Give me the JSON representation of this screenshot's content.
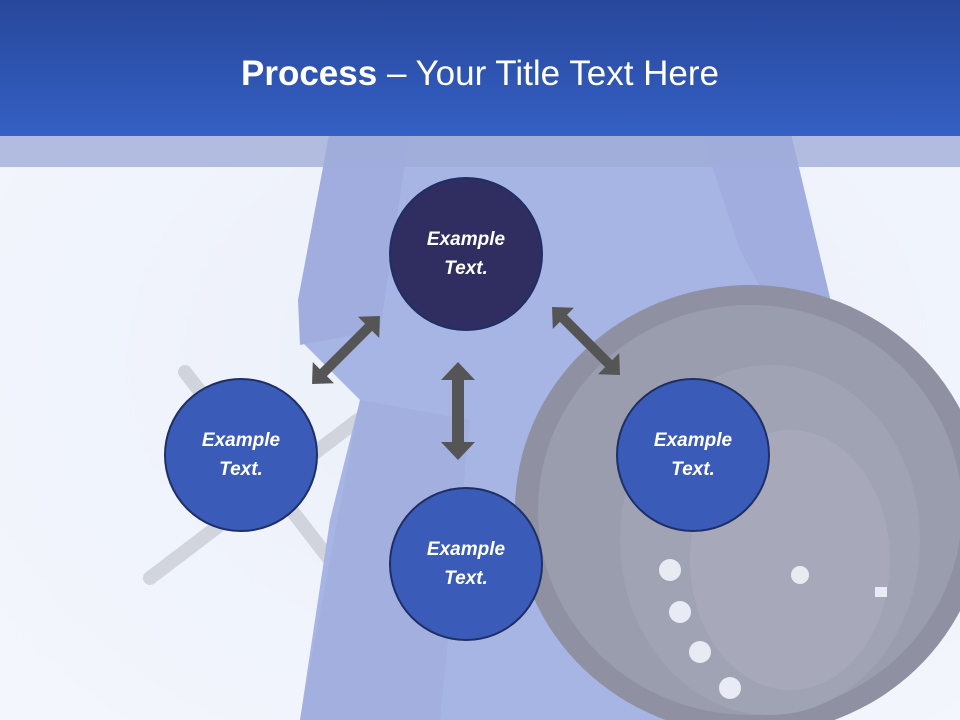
{
  "title": {
    "bold": "Process",
    "rest": " – Your Title Text Here"
  },
  "nodes": [
    {
      "label": "Example\nText."
    },
    {
      "label": "Example\nText."
    },
    {
      "label": "Example\nText."
    },
    {
      "label": "Example\nText."
    }
  ],
  "colors": {
    "header": "#3560c4",
    "top_node": "#302e60",
    "node": "#3a5cb8",
    "arrow": "#555555",
    "background_photo_tint": "#9aa9dd"
  },
  "background_photo": "mechanic-holding-tire-photo"
}
